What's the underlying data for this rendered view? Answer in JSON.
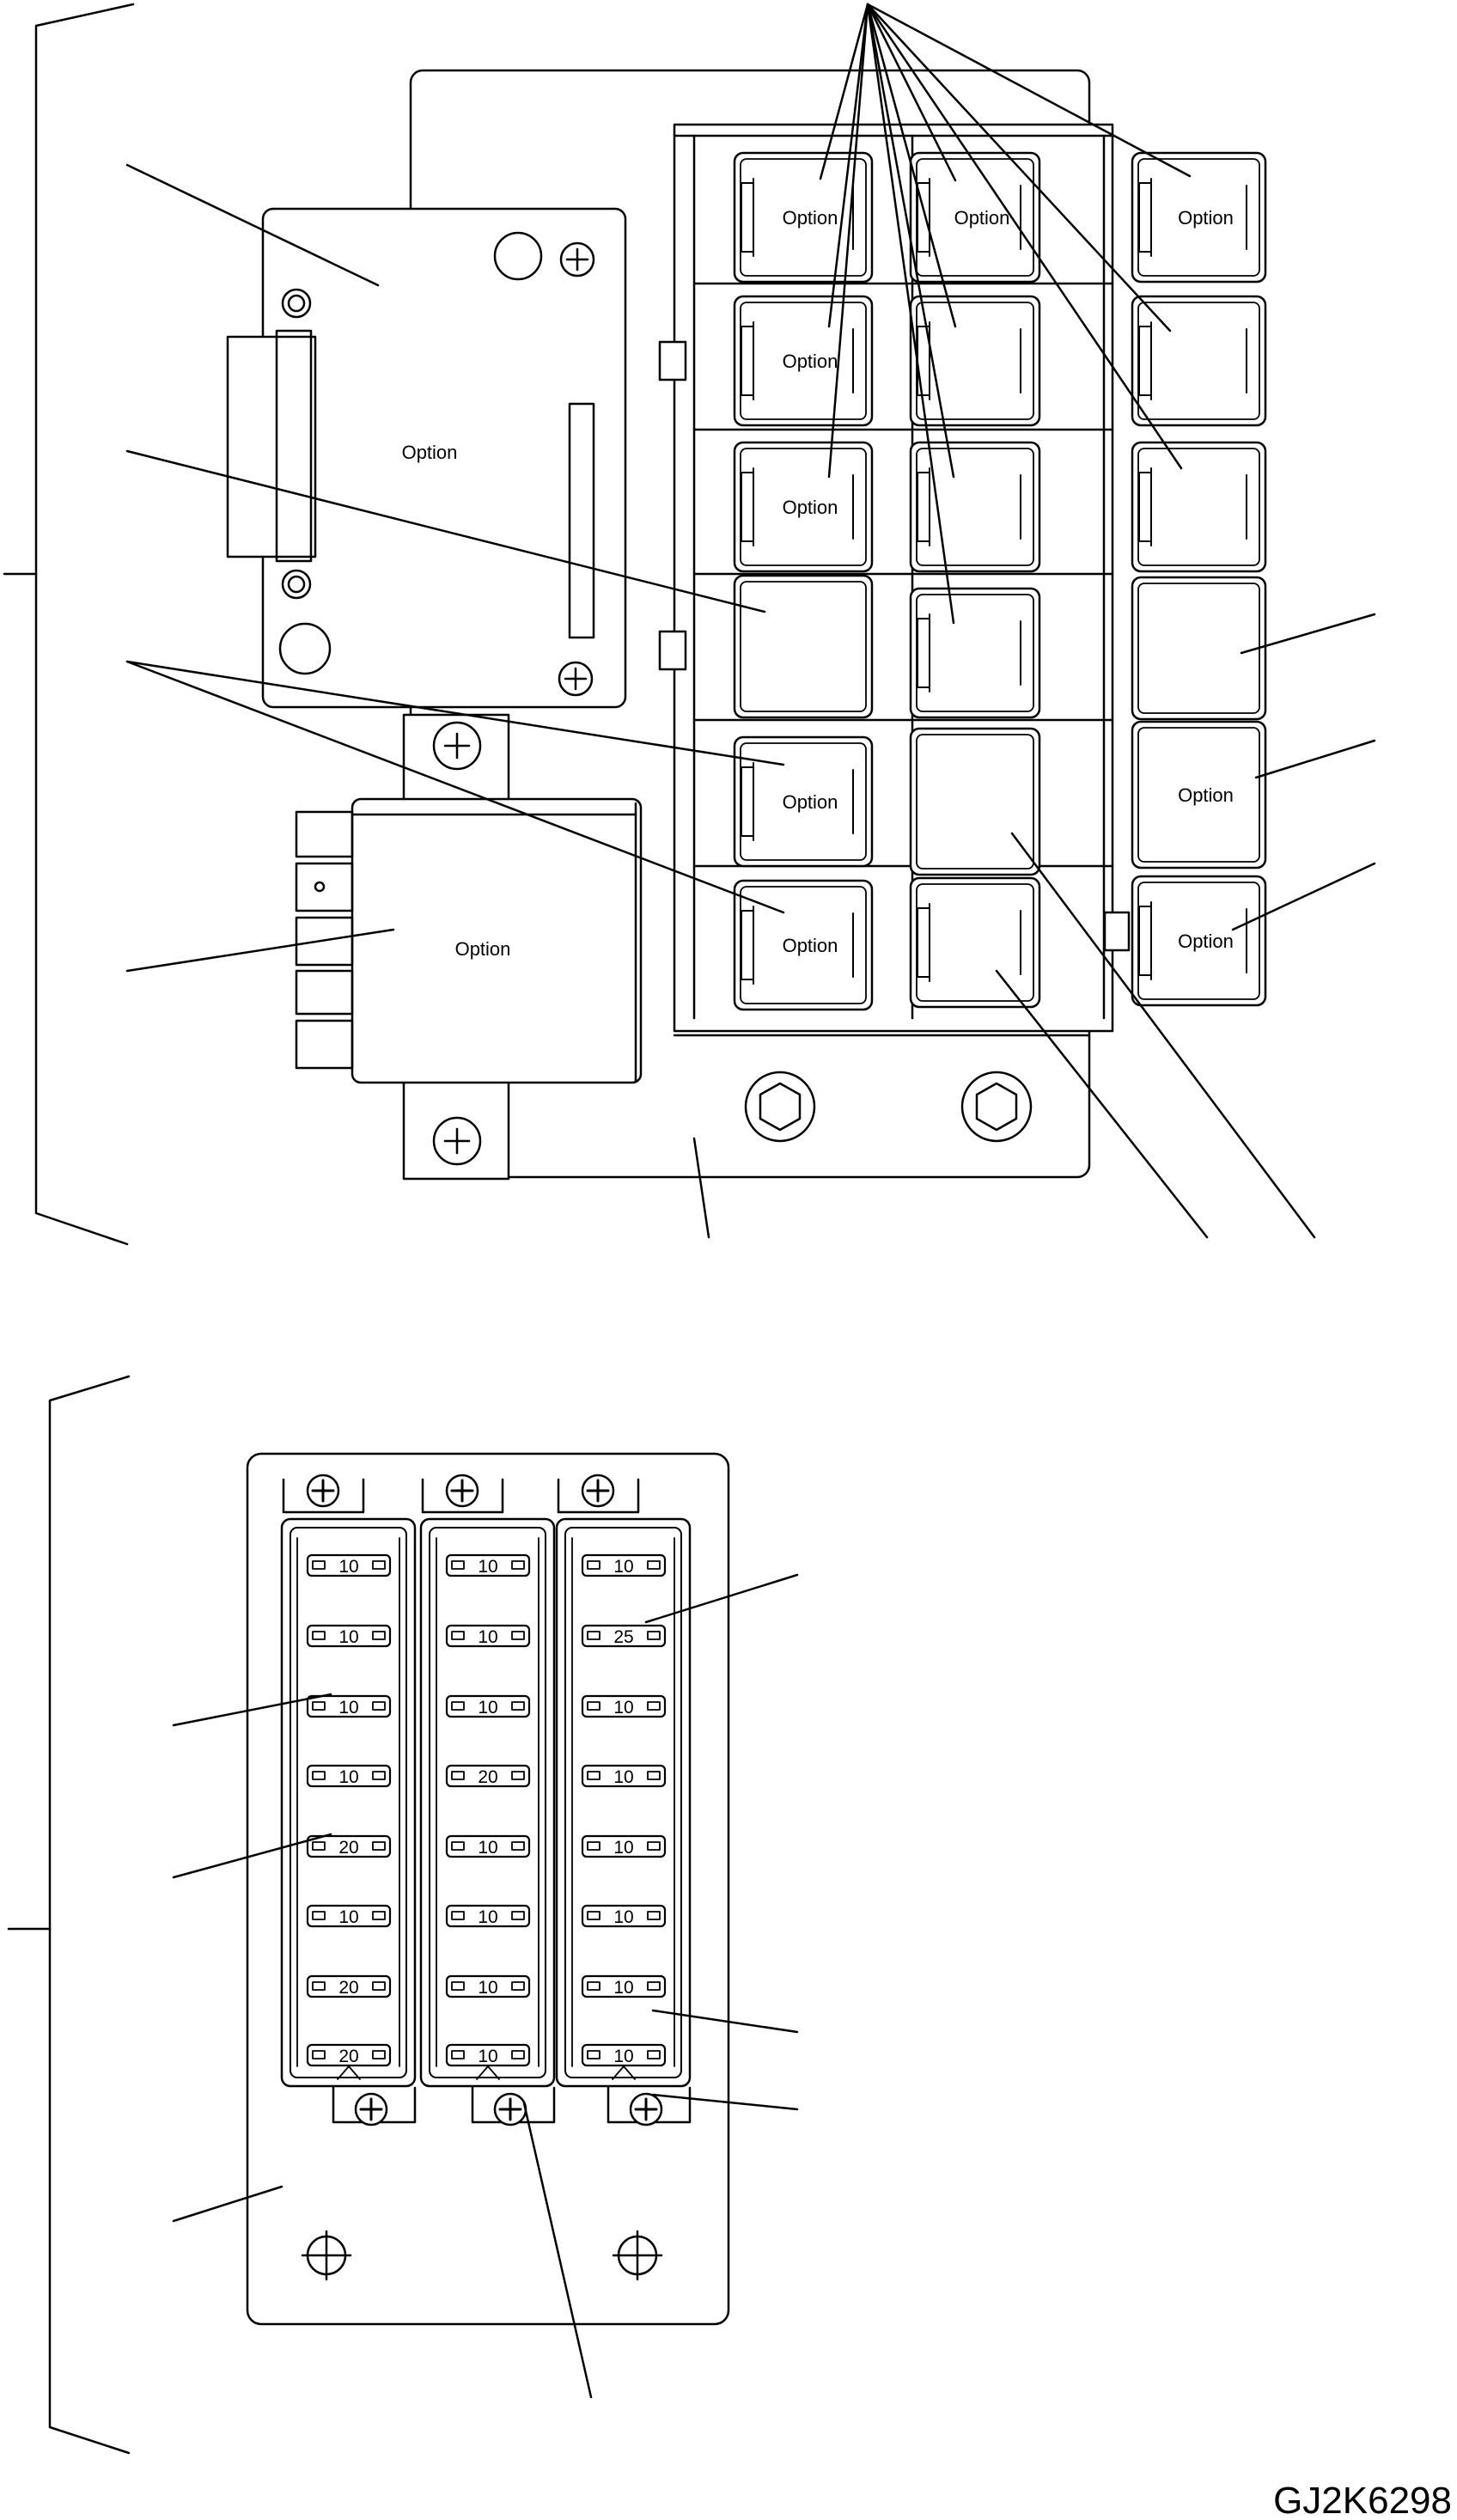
{
  "drawing_code": "GJ2K6298",
  "relay_block": {
    "sub_relay_label": "Option",
    "buzzer_label": "Option",
    "relay_labels": {
      "col1": [
        "Option",
        "Option",
        "Option",
        "",
        "Option",
        "Option"
      ],
      "col2": [
        "Option",
        "",
        "",
        "",
        "",
        ""
      ],
      "col3": [
        "Option",
        "",
        "",
        "",
        "Option",
        "Option"
      ]
    }
  },
  "fuse_block": {
    "columns": [
      [
        "10",
        "10",
        "10",
        "10",
        "20",
        "10",
        "20",
        "20"
      ],
      [
        "10",
        "10",
        "10",
        "20",
        "10",
        "10",
        "10",
        "10"
      ],
      [
        "10",
        "25",
        "10",
        "10",
        "10",
        "10",
        "10",
        "10"
      ]
    ]
  }
}
